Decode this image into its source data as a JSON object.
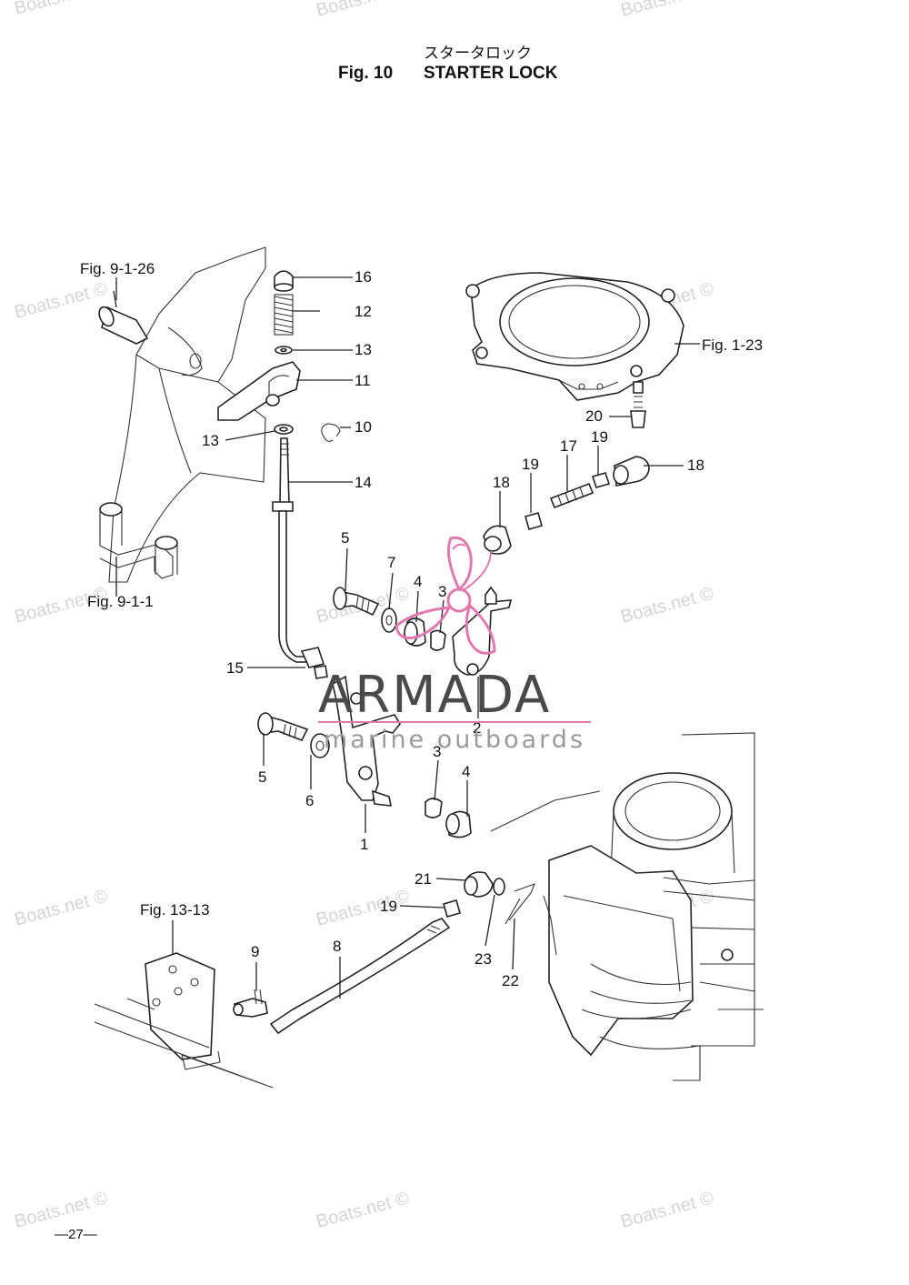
{
  "header": {
    "title_jp": "スタータロック",
    "fig_no": "Fig. 10",
    "title_en": "STARTER LOCK"
  },
  "references": {
    "fig_9_1_26": "Fig. 9-1-26",
    "fig_9_1_1": "Fig. 9-1-1",
    "fig_1_23": "Fig. 1-23",
    "fig_13_13": "Fig. 13-13"
  },
  "parts": {
    "p1": "1",
    "p2": "2",
    "p3a": "3",
    "p3b": "3",
    "p4a": "4",
    "p4b": "4",
    "p5a": "5",
    "p5b": "5",
    "p6": "6",
    "p7": "7",
    "p8": "8",
    "p9": "9",
    "p10": "10",
    "p11": "11",
    "p12": "12",
    "p13a": "13",
    "p13b": "13",
    "p14": "14",
    "p15": "15",
    "p16": "16",
    "p17": "17",
    "p18a": "18",
    "p18b": "18",
    "p19a": "19",
    "p19b": "19",
    "p19c": "19",
    "p20": "20",
    "p21": "21",
    "p22": "22",
    "p23": "23"
  },
  "watermark": {
    "text": "Boats.net ©",
    "brand": "ARMADA",
    "brand_sub": "marine outboards"
  },
  "page_number": "—27—"
}
